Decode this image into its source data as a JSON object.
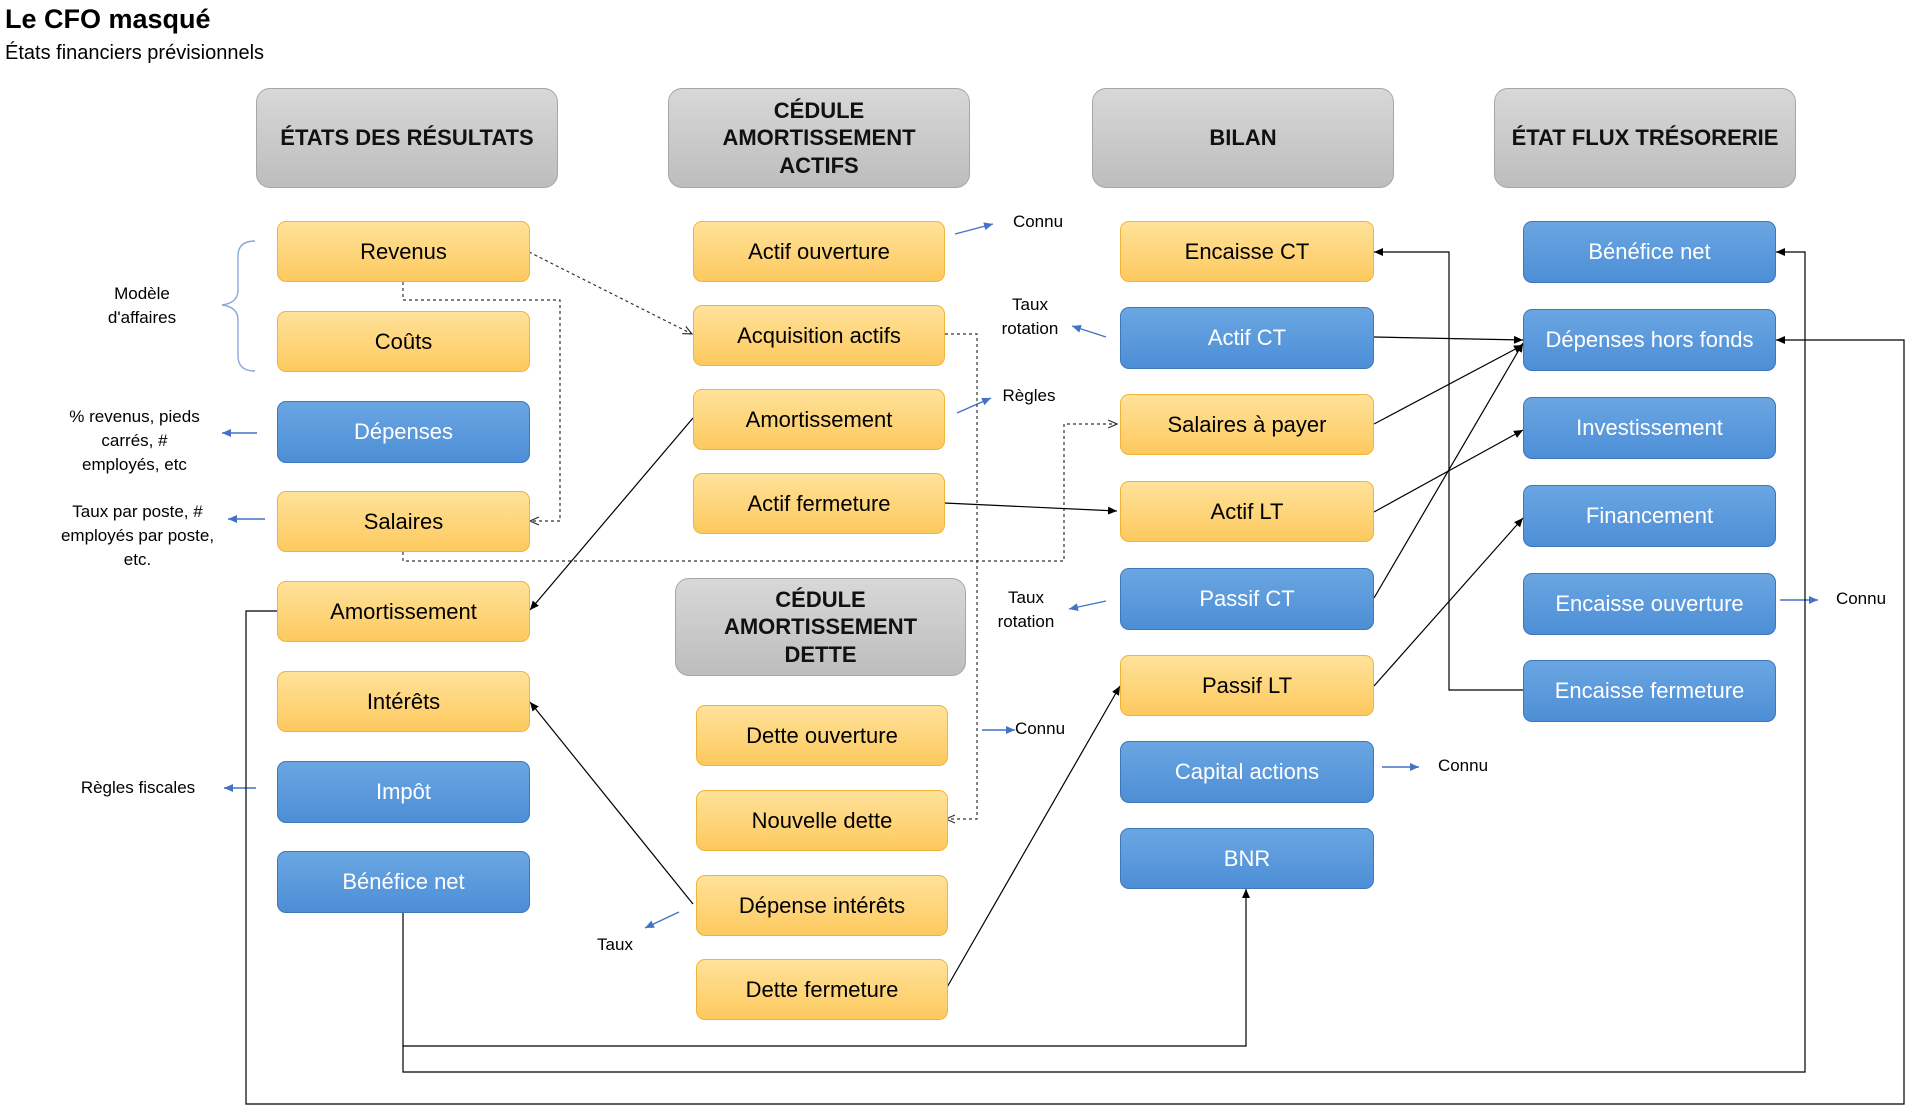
{
  "title": "Le CFO masqué",
  "subtitle": "États financiers prévisionnels",
  "headers": {
    "resultats": "ÉTATS DES RÉSULTATS",
    "cedule_actifs": "CÉDULE AMORTISSEMENT ACTIFS",
    "bilan": "BILAN",
    "flux": "ÉTAT FLUX TRÉSORERIE",
    "cedule_dette": "CÉDULE AMORTISSEMENT DETTE"
  },
  "resultats": {
    "revenus": "Revenus",
    "couts": "Coûts",
    "depenses": "Dépenses",
    "salaires": "Salaires",
    "amortissement": "Amortissement",
    "interets": "Intérêts",
    "impot": "Impôt",
    "benefice_net": "Bénéfice net"
  },
  "cedule_actifs": {
    "actif_ouverture": "Actif ouverture",
    "acquisition_actifs": "Acquisition actifs",
    "amortissement": "Amortissement",
    "actif_fermeture": "Actif fermeture"
  },
  "cedule_dette": {
    "dette_ouverture": "Dette ouverture",
    "nouvelle_dette": "Nouvelle dette",
    "depense_interets": "Dépense intérêts",
    "dette_fermeture": "Dette fermeture"
  },
  "bilan": {
    "encaisse_ct": "Encaisse CT",
    "actif_ct": "Actif CT",
    "salaires_a_payer": "Salaires à payer",
    "actif_lt": "Actif LT",
    "passif_ct": "Passif CT",
    "passif_lt": "Passif LT",
    "capital_actions": "Capital actions",
    "bnr": "BNR"
  },
  "flux": {
    "benefice_net": "Bénéfice net",
    "depenses_hors_fonds": "Dépenses hors fonds",
    "investissement": "Investissement",
    "financement": "Financement",
    "encaisse_ouverture": "Encaisse ouverture",
    "encaisse_fermeture": "Encaisse fermeture"
  },
  "labels": {
    "modele_affaires": "Modèle d'affaires",
    "pct_revenus": "% revenus, pieds carrés, # employés, etc",
    "taux_poste": "Taux par poste, # employés par poste, etc.",
    "regles_fiscales": "Règles fiscales",
    "connu_actif": "Connu",
    "taux_rotation_actif": "Taux rotation",
    "regles": "Règles",
    "taux_rotation_passif": "Taux rotation",
    "connu_dette": "Connu",
    "taux": "Taux",
    "connu_capital": "Connu",
    "connu_encaisse": "Connu"
  },
  "colors": {
    "yellow": "#fdc95f",
    "blue": "#4d8ed6",
    "grey": "#c8c8c8",
    "accent_arrow": "#4472c4"
  }
}
